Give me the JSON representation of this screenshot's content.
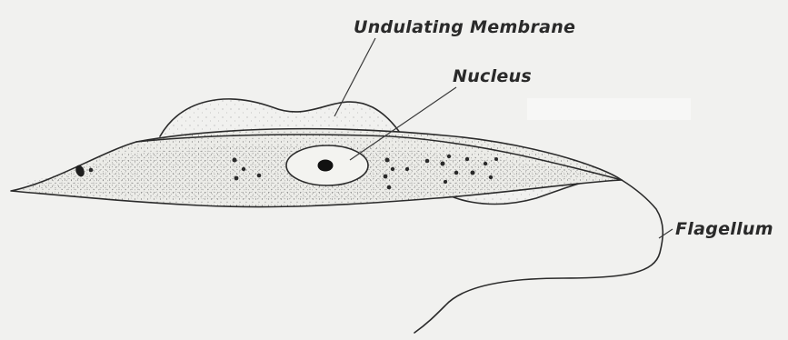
{
  "diagram": {
    "labels": {
      "undulating_membrane": "Undulating Membrane",
      "nucleus": "Nucleus",
      "flagellum": "Flagellum"
    },
    "colors": {
      "background": "#f1f1ef",
      "body_fill": "#e8e8e4",
      "ink": "#2b2b2b"
    }
  }
}
